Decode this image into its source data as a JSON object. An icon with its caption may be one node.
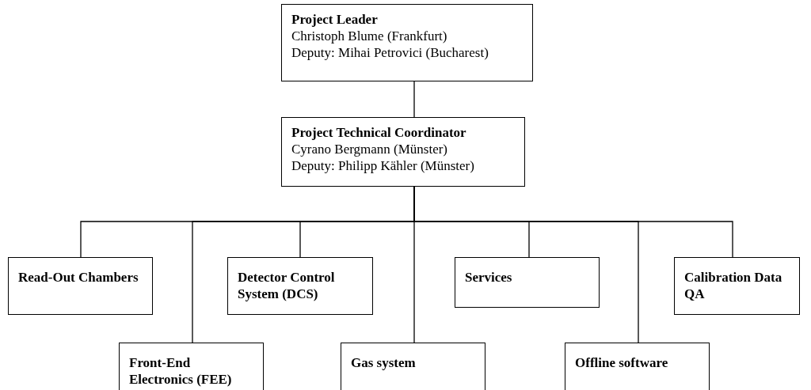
{
  "diagram": {
    "nodes": [
      {
        "text": [
          "Project Leader",
          "Christoph Blume (Frankfurt)",
          "Deputy: Mihai Petrovici (Bucharest)"
        ]
      },
      {
        "text": [
          "Project Technical Coordinator",
          "Cyrano Bergmann (Münster)",
          "Deputy: Philipp Kähler (Münster)"
        ]
      },
      {
        "text": [
          "Read-Out Chambers"
        ]
      },
      {
        "text": [
          "Detector Control System (DCS)"
        ]
      },
      {
        "text": [
          "Services"
        ]
      },
      {
        "text": [
          "Calibration Data QA"
        ]
      },
      {
        "text": [
          "Front-End Electronics (FEE)"
        ]
      },
      {
        "text": [
          "Gas system"
        ]
      },
      {
        "text": [
          "Offline software"
        ]
      }
    ],
    "edges": [
      {
        "from": 0,
        "to": 1,
        "arrow": "none"
      },
      {
        "from": 1,
        "to": 2,
        "arrow": "none"
      },
      {
        "from": 1,
        "to": 3,
        "arrow": "none"
      },
      {
        "from": 1,
        "to": 4,
        "arrow": "none"
      },
      {
        "from": 1,
        "to": 5,
        "arrow": "none"
      },
      {
        "from": 1,
        "to": 6,
        "arrow": "none"
      },
      {
        "from": 1,
        "to": 7,
        "arrow": "none"
      },
      {
        "from": 1,
        "to": 8,
        "arrow": "none"
      }
    ]
  }
}
